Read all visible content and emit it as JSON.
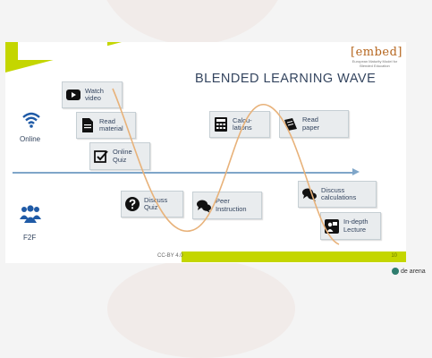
{
  "logo": {
    "word": "[embed]",
    "subtitle": "European Maturity Model for Blended Education"
  },
  "title": "BLENDED LEARNING WAVE",
  "modes": {
    "online": "Online",
    "f2f": "F2F"
  },
  "cards": [
    {
      "label": "Watch\nvideo",
      "icon": "video-icon"
    },
    {
      "label": "Read\nmaterial",
      "icon": "document-icon"
    },
    {
      "label": "Online\nQuiz",
      "icon": "checkbox-icon"
    },
    {
      "label": "Calcu-\nlations",
      "icon": "calculator-icon"
    },
    {
      "label": "Read\npaper",
      "icon": "notebook-icon"
    },
    {
      "label": "Discuss\nQuiz",
      "icon": "question-icon"
    },
    {
      "label": "Peer\nInstruction",
      "icon": "chat-icon"
    },
    {
      "label": "Discuss\ncalculations",
      "icon": "chat-icon"
    },
    {
      "label": "In-depth\nLecture",
      "icon": "lecture-icon"
    }
  ],
  "footer": {
    "license": "CC-BY 4.0",
    "page": "10"
  },
  "brand": "de arena",
  "colors": {
    "wave": "#e8b27a",
    "accent": "#c4d600",
    "text": "#34455f",
    "axis": "#7fa6c9"
  }
}
